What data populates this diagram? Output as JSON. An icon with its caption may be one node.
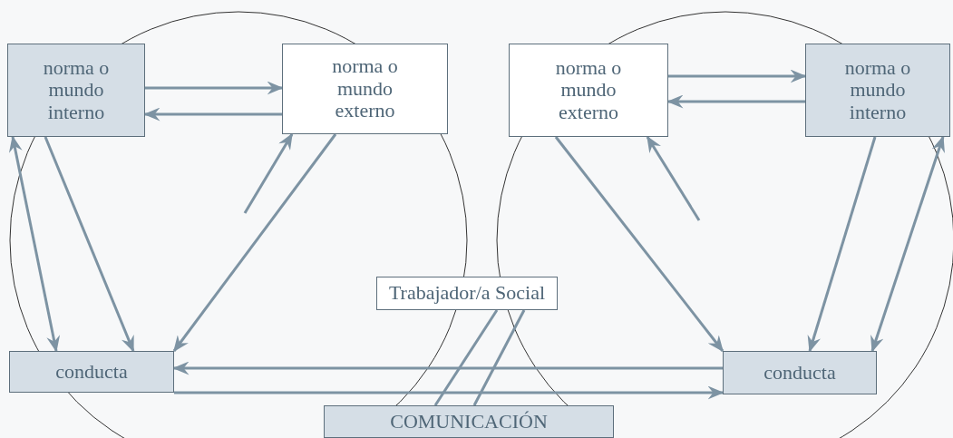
{
  "diagram": {
    "nodes": [
      {
        "text": [
          "norma o mundo interno"
        ]
      },
      {
        "text": [
          "norma o mundo externo"
        ]
      },
      {
        "text": [
          "norma o mundo externo"
        ]
      },
      {
        "text": [
          "norma o mundo interno"
        ]
      },
      {
        "text": [
          "conducta"
        ]
      },
      {
        "text": [
          "Trabajador/a Social"
        ]
      },
      {
        "text": [
          "conducta"
        ]
      },
      {
        "text": [
          "COMUNICACIÓN"
        ]
      }
    ],
    "edges": [
      {
        "from": 0,
        "to": 1,
        "arrow": "to"
      },
      {
        "from": 1,
        "to": 0,
        "arrow": "to"
      },
      {
        "from": 0,
        "to": 4,
        "arrow": "to"
      },
      {
        "from": 0,
        "to": 4,
        "arrow": "both"
      },
      {
        "from": null,
        "to": 1,
        "arrow": "to"
      },
      {
        "from": 1,
        "to": 4,
        "arrow": "to"
      },
      {
        "from": 2,
        "to": 3,
        "arrow": "to"
      },
      {
        "from": 3,
        "to": 2,
        "arrow": "to"
      },
      {
        "from": 2,
        "to": 6,
        "arrow": "to"
      },
      {
        "from": null,
        "to": 2,
        "arrow": "to"
      },
      {
        "from": 3,
        "to": 6,
        "arrow": "to"
      },
      {
        "from": 3,
        "to": 6,
        "arrow": "both"
      },
      {
        "from": 6,
        "to": 4,
        "arrow": "to"
      },
      {
        "from": 4,
        "to": 6,
        "arrow": "to"
      },
      {
        "from": 5,
        "to": 7,
        "arrow": "none"
      },
      {
        "from": 5,
        "to": 7,
        "arrow": "none"
      }
    ]
  }
}
